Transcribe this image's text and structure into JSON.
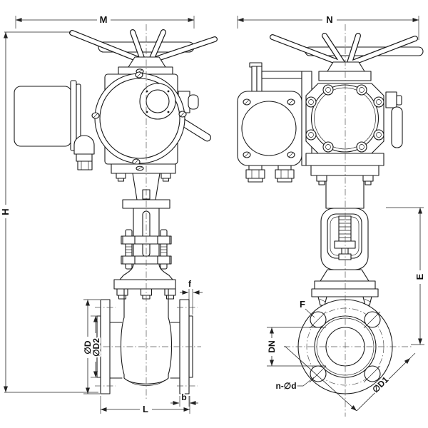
{
  "drawing": {
    "type": "technical-drawing",
    "subject": "Electric actuated gate valve, two orthographic views",
    "views": {
      "front": "front-view",
      "side": "side-view"
    },
    "labels": {
      "M": "M",
      "N": "N",
      "H": "H",
      "E": "E",
      "L": "L",
      "b": "b",
      "f": "f",
      "F": "F",
      "DN": "DN",
      "D": "∅D",
      "D2": "∅D2",
      "D1": "∅D1",
      "nd": "n-∅d"
    },
    "colors": {
      "line": "#1a1a1a",
      "dimension": "#222222",
      "background": "#ffffff"
    }
  }
}
